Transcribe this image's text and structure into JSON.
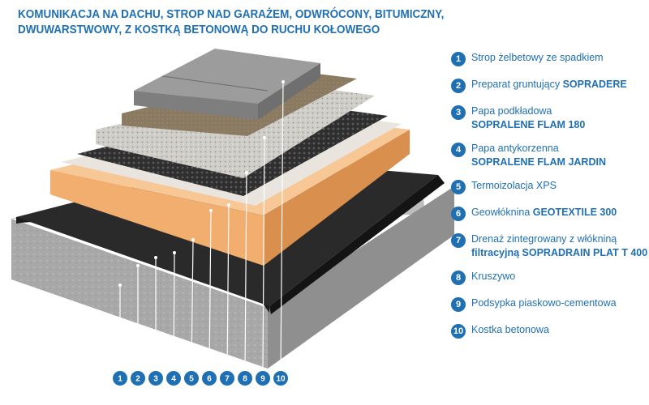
{
  "title": {
    "line1": "KOMUNIKACJA NA DACHU, STROP NAD GARAŻEM, ODWRÓCONY, BITUMICZNY,",
    "line2": "DWUWARSTWOWY, Z KOSTKĄ BETONOWĄ DO RUCHU KOŁOWEGO"
  },
  "legend": [
    {
      "num": "1",
      "text": "Strop żelbetowy ze spadkiem",
      "bold": "",
      "line2": ""
    },
    {
      "num": "2",
      "text": "Preparat gruntujący ",
      "bold": "SOPRADERE",
      "line2": ""
    },
    {
      "num": "3",
      "text": "Papa podkładowa",
      "bold": "",
      "line2": "SOPRALENE FLAM 180"
    },
    {
      "num": "4",
      "text": "Papa antykorzenna",
      "bold": "",
      "line2": "SOPRALENE FLAM JARDIN"
    },
    {
      "num": "5",
      "text": "Termoizolacja XPS",
      "bold": "",
      "line2": ""
    },
    {
      "num": "6",
      "text": "Geowłóknina ",
      "bold": "GEOTEXTILE 300",
      "line2": ""
    },
    {
      "num": "7",
      "text": "Drenaż zintegrowany z włókniną",
      "bold": "",
      "line2": "filtracyjną SOPRADRAIN PLAT T 400"
    },
    {
      "num": "8",
      "text": "Kruszywo",
      "bold": "",
      "line2": ""
    },
    {
      "num": "9",
      "text": "Podsypka piaskowo-cementowa",
      "bold": "",
      "line2": ""
    },
    {
      "num": "10",
      "text": "Kostka betonowa",
      "bold": "",
      "line2": ""
    }
  ],
  "callouts": [
    "1",
    "2",
    "3",
    "4",
    "5",
    "6",
    "7",
    "8",
    "9",
    "10"
  ],
  "colors": {
    "accent": "#1f6fb3",
    "concrete": "#a9a9a9",
    "bitumen": "#1e1e1e",
    "xps": "#f2b47c",
    "geotextile": "#e7e3dc",
    "drain": "#3a3a3a",
    "aggregate": "#cfcdc8",
    "sand_cement": "#8c7b62",
    "paver": "#8f8f8f"
  }
}
